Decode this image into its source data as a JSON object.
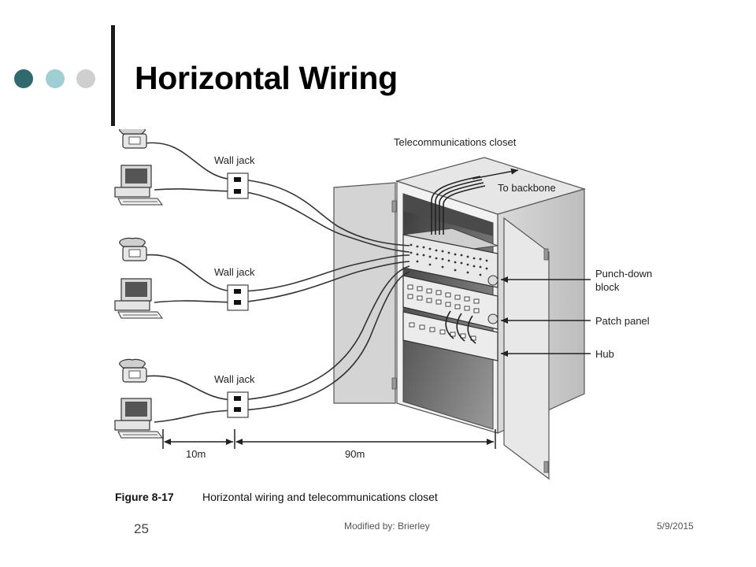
{
  "slide": {
    "title": "Horizontal Wiring",
    "bullet_colors": [
      "#2e6a6e",
      "#9ecfd3",
      "#cfcfcf"
    ],
    "accent_bar_color": "#1a1a1a",
    "number": "25",
    "footer_center": "Modified by: Brierley",
    "footer_date": "5/9/2015"
  },
  "figure": {
    "closet_label": "Telecommunications closet",
    "backbone_label": "To backbone",
    "wall_jack_label": "Wall jack",
    "punch_down_label_line1": "Punch-down",
    "punch_down_label_line2": "block",
    "patch_panel_label": "Patch panel",
    "hub_label": "Hub",
    "dist_short": "10m",
    "dist_long": "90m",
    "caption_number": "Figure 8-17",
    "caption_text": "Horizontal wiring and telecommunications closet"
  }
}
